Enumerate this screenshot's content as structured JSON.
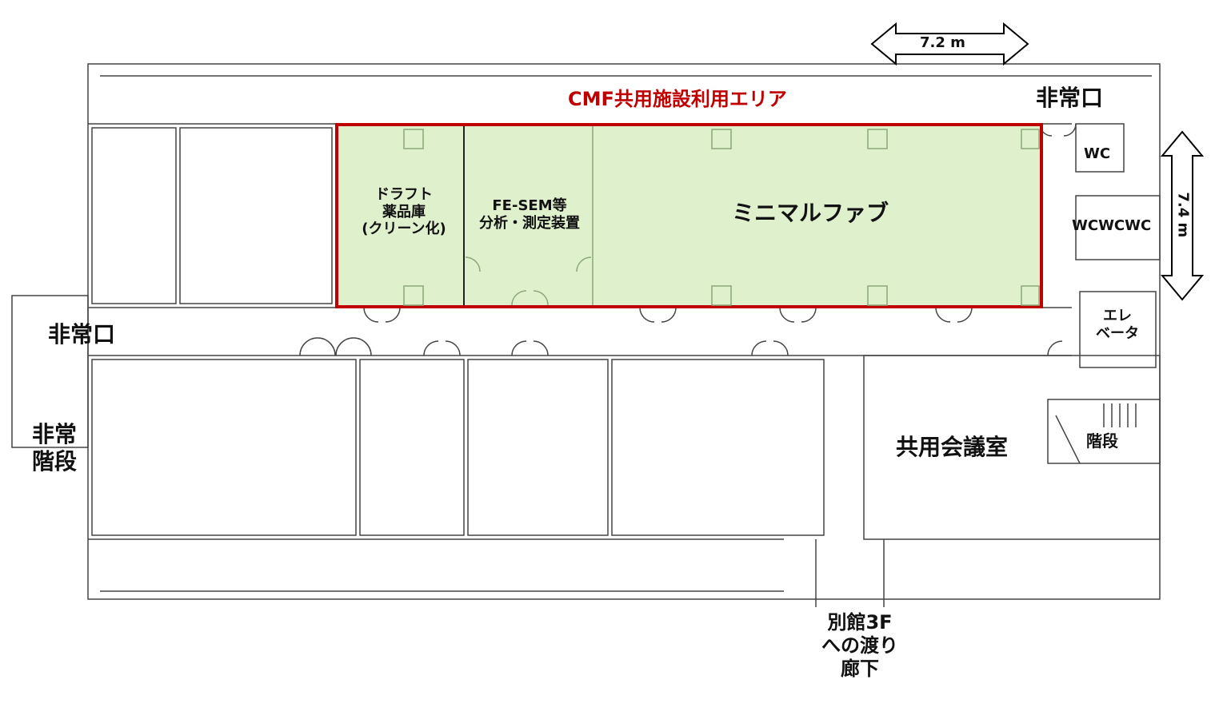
{
  "plan": {
    "area_title": "CMF共用施設利用エリア",
    "dimensions": {
      "top": "7.2 m",
      "right": "7.4 m"
    },
    "rooms": {
      "minimal_fab": "ミニマルファブ",
      "draft_storage": "ドラフト\n薬品庫\n(クリーン化)",
      "fe_sem": "FE-SEM等\n分析・測定装置",
      "shared_meeting_room": "共用会議室",
      "wc_single": "WC",
      "wc_multi": "WCWCWC",
      "elevator": "エレ\nベータ",
      "stairs": "階段",
      "emergency_exit_top_right": "非常口",
      "emergency_exit_left": "非常口",
      "emergency_stairs": "非常\n階段",
      "annex_corridor": "別館3F\nへの渡り\n廊下"
    },
    "colors": {
      "highlight_fill": "#dff0cd",
      "highlight_border": "#c00000",
      "title_text": "#c00000",
      "wall_line": "#444444"
    }
  }
}
